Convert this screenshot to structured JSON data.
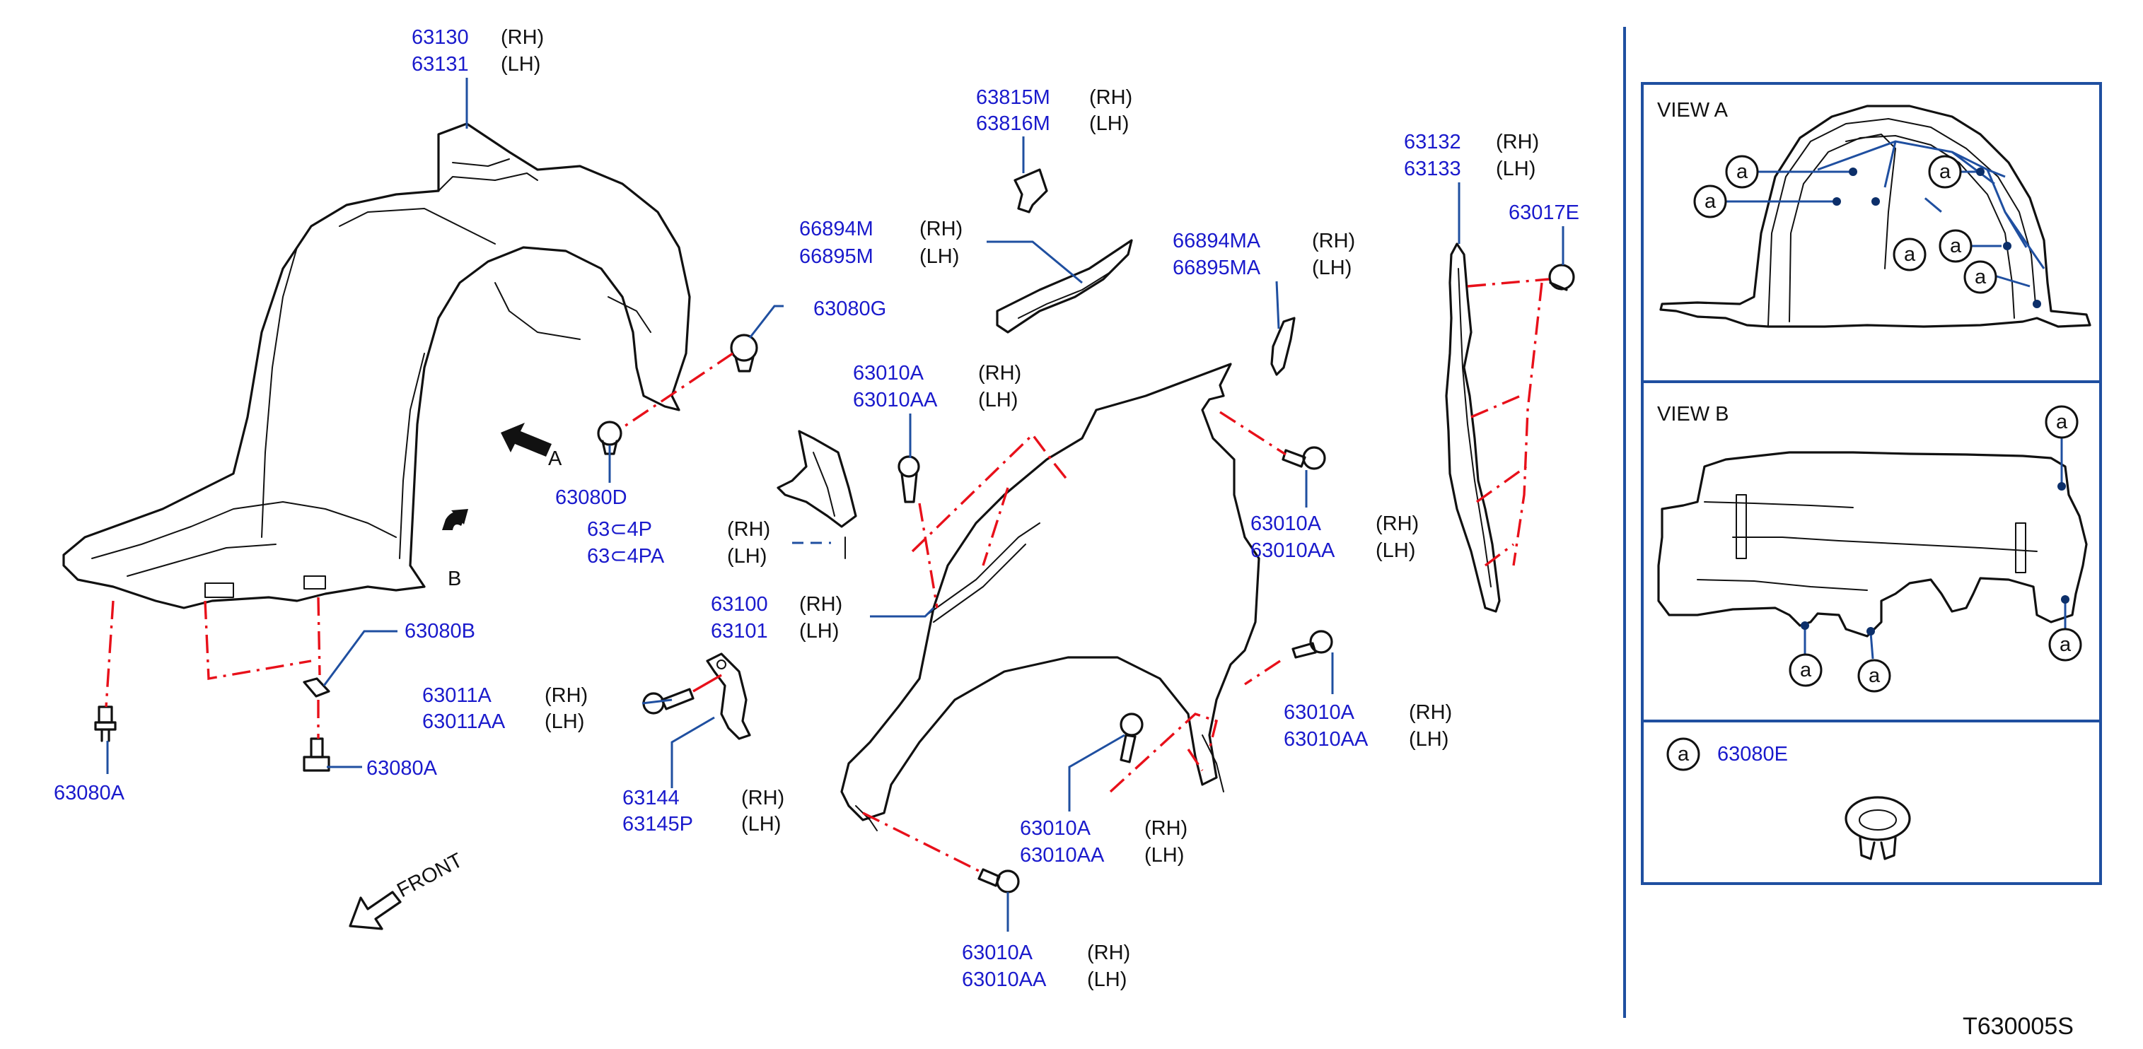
{
  "callouts": {
    "c63130": {
      "pn": "63130",
      "side": "(RH)"
    },
    "c63131": {
      "pn": "63131",
      "side": "(LH)"
    },
    "c63080G": {
      "pn": "63080G"
    },
    "c63080D": {
      "pn": "63080D"
    },
    "c63815M": {
      "pn": "63815M",
      "side": "(RH)"
    },
    "c63816M": {
      "pn": "63816M",
      "side": "(LH)"
    },
    "c66894M": {
      "pn": "66894M",
      "side": "(RH)"
    },
    "c66895M": {
      "pn": "66895M",
      "side": "(LH)"
    },
    "c66894MA": {
      "pn": "66894MA",
      "side": "(RH)"
    },
    "c66895MA": {
      "pn": "66895MA",
      "side": "(LH)"
    },
    "c63132": {
      "pn": "63132",
      "side": "(RH)"
    },
    "c63133": {
      "pn": "63133",
      "side": "(LH)"
    },
    "c63017E": {
      "pn": "63017E"
    },
    "c63010A_1": {
      "pn": "63010A",
      "side": "(RH)"
    },
    "c63010AA_1": {
      "pn": "63010AA",
      "side": "(LH)"
    },
    "c63010A_2": {
      "pn": "63010A",
      "side": "(RH)"
    },
    "c63010AA_2": {
      "pn": "63010AA",
      "side": "(LH)"
    },
    "c63010A_3": {
      "pn": "63010A",
      "side": "(RH)"
    },
    "c63010AA_3": {
      "pn": "63010AA",
      "side": "(LH)"
    },
    "c63010A_4": {
      "pn": "63010A",
      "side": "(RH)"
    },
    "c63010AA_4": {
      "pn": "63010AA",
      "side": "(LH)"
    },
    "c63010A_5": {
      "pn": "63010A",
      "side": "(RH)"
    },
    "c63010AA_5": {
      "pn": "63010AA",
      "side": "(LH)"
    },
    "c63100": {
      "pn": "63100",
      "side": "(RH)"
    },
    "c63101": {
      "pn": "63101",
      "side": "(LH)"
    },
    "c63080B": {
      "pn": "63080B"
    },
    "c63080A_1": {
      "pn": "63080A"
    },
    "c63080A_2": {
      "pn": "63080A"
    },
    "c63011A": {
      "pn": "63011A",
      "side": "(RH)"
    },
    "c63011AA": {
      "pn": "63011AA",
      "side": "(LH)"
    },
    "c63144": {
      "pn": "63144",
      "side": "(RH)"
    },
    "c63145P": {
      "pn": "63145P",
      "side": "(LH)"
    },
    "c6384xP": {
      "pn": "63⊂4P",
      "side": "(RH)"
    },
    "c6384xPA": {
      "pn": "63⊂4PA",
      "side": "(LH)"
    },
    "c63080E": {
      "pn": "63080E"
    }
  },
  "arrows": {
    "a": "A",
    "b": "B",
    "front": "FRONT"
  },
  "views": {
    "a_title": "VIEW   A",
    "b_title": "VIEW   B",
    "bubble_letter": "a"
  },
  "drawing_code": "T630005S",
  "colors": {
    "part_number": "#1a1acc",
    "leader_line": "#1f4fa0",
    "mount_line": "#e8101a",
    "frame": "#1f4fa0"
  }
}
